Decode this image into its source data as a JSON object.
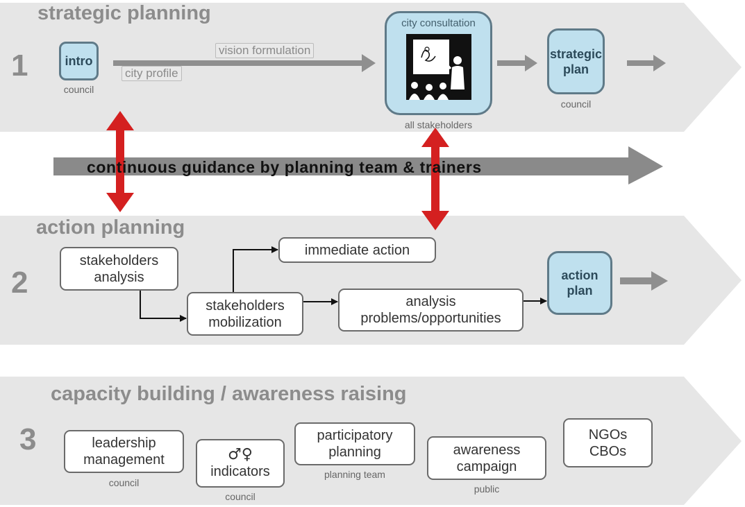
{
  "sections": [
    {
      "number": "1",
      "title": "strategic planning"
    },
    {
      "number": "2",
      "title": "action planning"
    },
    {
      "number": "3",
      "title": "capacity building / awareness raising"
    }
  ],
  "strategic": {
    "intro": "intro",
    "intro_sub": "council",
    "city_profile": "city profile",
    "vision_formulation": "vision formulation",
    "consultation_title": "city consultation",
    "consultation_sub": "all stakeholders",
    "strategic_plan_l1": "strategic",
    "strategic_plan_l2": "plan",
    "strategic_plan_sub": "council"
  },
  "guidance": "continuous guidance by planning team & trainers",
  "action": {
    "stakeholders_analysis_l1": "stakeholders",
    "stakeholders_analysis_l2": "analysis",
    "immediate_action": "immediate action",
    "mobilization_l1": "stakeholders",
    "mobilization_l2": "mobilization",
    "problems_l1": "analysis",
    "problems_l2": "problems/opportunities",
    "action_plan_l1": "action",
    "action_plan_l2": "plan"
  },
  "capacity": {
    "leadership_l1": "leadership",
    "leadership_l2": "management",
    "leadership_sub": "council",
    "gender_symbols": "♂♀",
    "indicators": "indicators",
    "indicators_sub": "council",
    "participatory_l1": "participatory",
    "participatory_l2": "planning",
    "participatory_sub": "planning team",
    "awareness_l1": "awareness",
    "awareness_l2": "campaign",
    "awareness_sub": "public",
    "ngo_l1": "NGOs",
    "ngo_l2": "CBOs"
  },
  "colors": {
    "band": "#e6e6e6",
    "box_blue": "#bfe0ee",
    "arrow_gray": "#8a8a8a",
    "red_arrow": "#d42020"
  }
}
